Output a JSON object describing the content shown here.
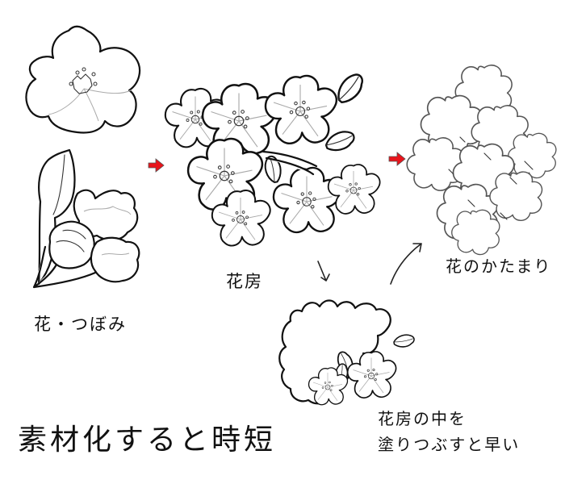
{
  "labels": {
    "flower_bud": "花・つぼみ",
    "flower_cluster": "花房",
    "flower_mass": "花のかたまり",
    "fill_note_line1": "花房の中を",
    "fill_note_line2": "塗りつぶすと早い",
    "title": "素材化すると時短"
  },
  "arrows": [
    {
      "type": "red-block-arrow",
      "from": "flower-bud",
      "to": "flower-cluster",
      "color": "#e8141b"
    },
    {
      "type": "red-block-arrow",
      "from": "flower-cluster",
      "to": "flower-mass",
      "color": "#e8141b"
    },
    {
      "type": "hand-drawn-arrow",
      "from": "flower-cluster",
      "to": "filled-cluster",
      "direction": "down"
    },
    {
      "type": "hand-drawn-arrow",
      "from": "filled-cluster",
      "to": "flower-mass",
      "direction": "up-right"
    }
  ],
  "illustrations": [
    {
      "name": "single-cherry-blossom",
      "style": "line-art"
    },
    {
      "name": "cherry-buds",
      "style": "line-art"
    },
    {
      "name": "flower-cluster",
      "style": "line-art"
    },
    {
      "name": "filled-flower-cluster",
      "style": "line-art-filled"
    },
    {
      "name": "flower-mass-silhouette",
      "style": "outline"
    }
  ],
  "colors": {
    "background": "#ffffff",
    "ink": "#111111",
    "accent_arrow": "#e8141b"
  }
}
